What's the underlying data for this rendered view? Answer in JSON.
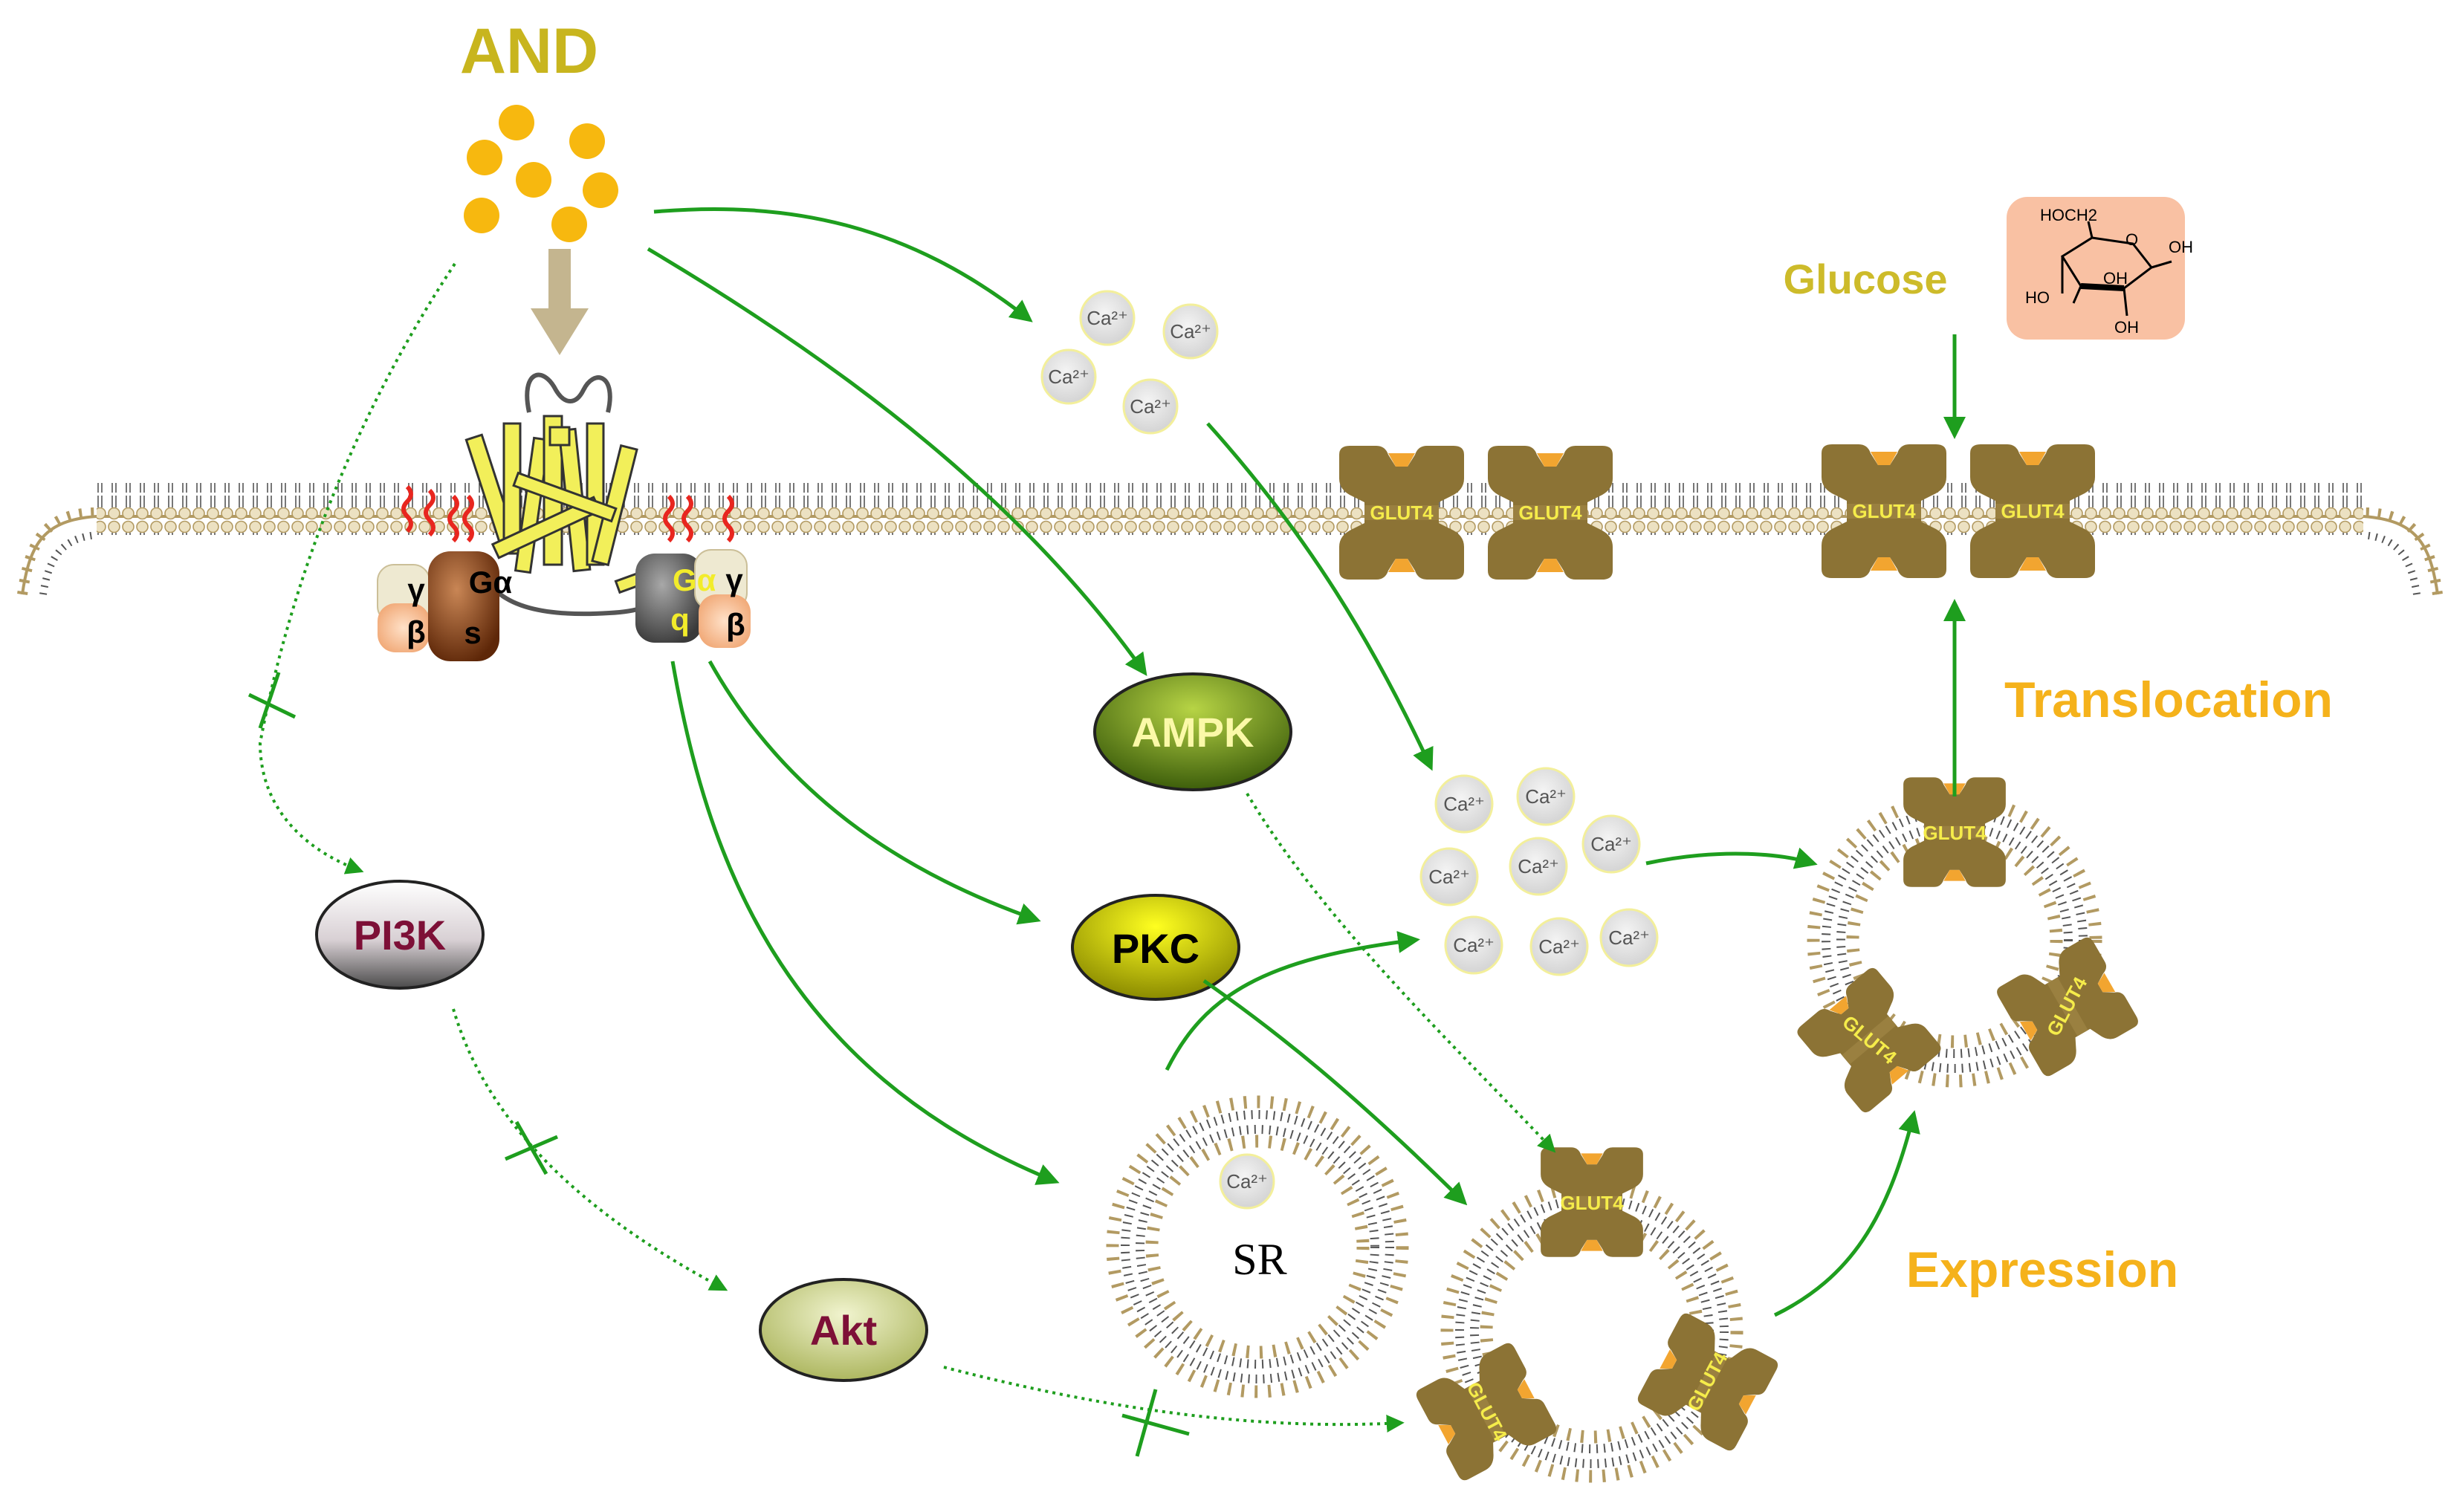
{
  "ligand": {
    "label": "AND"
  },
  "glucose": {
    "label": "Glucose",
    "structure": {
      "hoch2": "HOCH2",
      "o": "O",
      "oh_right": "OH",
      "oh_inner": "OH",
      "ho_left": "HO",
      "oh_bottom": "OH"
    }
  },
  "pathways": {
    "translocation": "Translocation",
    "expression": "Expression"
  },
  "nodes": {
    "ampk": "AMPK",
    "pkc": "PKC",
    "pi3k": "PI3K",
    "akt": "Akt"
  },
  "gprotein_s": {
    "gamma": "γ",
    "beta": "β",
    "galpha": "Gα",
    "s": "s"
  },
  "gprotein_q": {
    "gamma": "γ",
    "beta": "β",
    "galpha": "Gα",
    "q": "q"
  },
  "calcium": {
    "label": "Ca²⁺"
  },
  "sr": {
    "label": "SR"
  },
  "transporter": {
    "label": "GLUT4"
  },
  "colors": {
    "arrow": "#1e9e1e",
    "ligand": "#f7b80f",
    "membrane_head": "#c9b58a",
    "glut4": "#8c7335",
    "glut4_accent": "#f2a530",
    "label_gold": "#c8b51e",
    "label_orange": "#f5b21b"
  }
}
